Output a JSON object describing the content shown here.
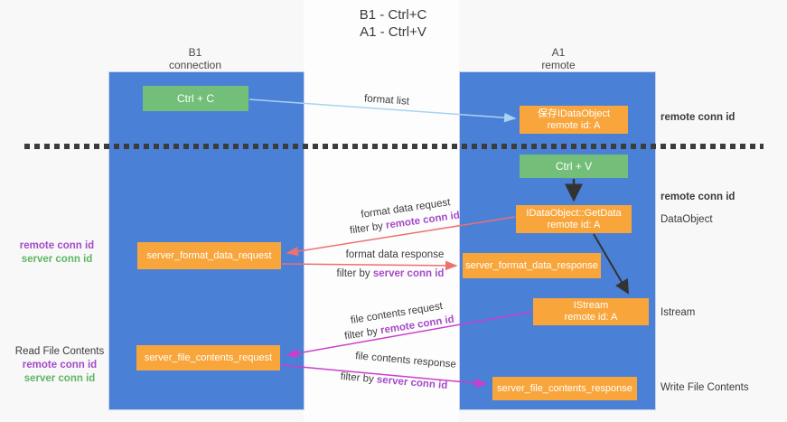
{
  "title": {
    "line1": "B1 - Ctrl+C",
    "line2": "A1 - Ctrl+V"
  },
  "columns": {
    "left": {
      "name": "B1",
      "role": "connection"
    },
    "right": {
      "name": "A1",
      "role": "remote"
    }
  },
  "nodes": {
    "ctrl_c": "Ctrl + C",
    "ctrl_v": "Ctrl + V",
    "save_dataobject": {
      "line1": "保存IDataObject",
      "line2": "remote id: A"
    },
    "getdata": {
      "line1": "IDataObject::GetData",
      "line2": "remote id: A"
    },
    "istream": {
      "line1": "IStream",
      "line2": "remote id: A"
    },
    "format_request": "server_format_data_request",
    "format_response": "server_format_data_response",
    "file_request": "server_file_contents_request",
    "file_response": "server_file_contents_response"
  },
  "edge_labels": {
    "format_list": "format list",
    "format_data_request": "format data request",
    "format_data_response": "format data response",
    "file_contents_request": "file contents request",
    "file_contents_response": "file contents response",
    "filter_by": "filter by",
    "remote_conn_id": "remote conn id",
    "server_conn_id": "server conn id"
  },
  "side_labels": {
    "remote_conn_id": "remote conn id",
    "server_conn_id": "server conn id",
    "dataobject": "DataObject",
    "istream": "Istream",
    "read_file_contents": "Read File Contents",
    "write_file_contents": "Write File Contents"
  },
  "colors": {
    "column_blue": "#4a80d6",
    "box_orange": "#f8a63c",
    "box_green": "#73bf7a",
    "arrow_light_blue": "#a9d3ef",
    "arrow_red": "#ee7070",
    "arrow_magenta": "#cb3ecb",
    "arrow_black": "#333333",
    "text_purple": "#a44bc8",
    "text_green": "#5fb663"
  }
}
